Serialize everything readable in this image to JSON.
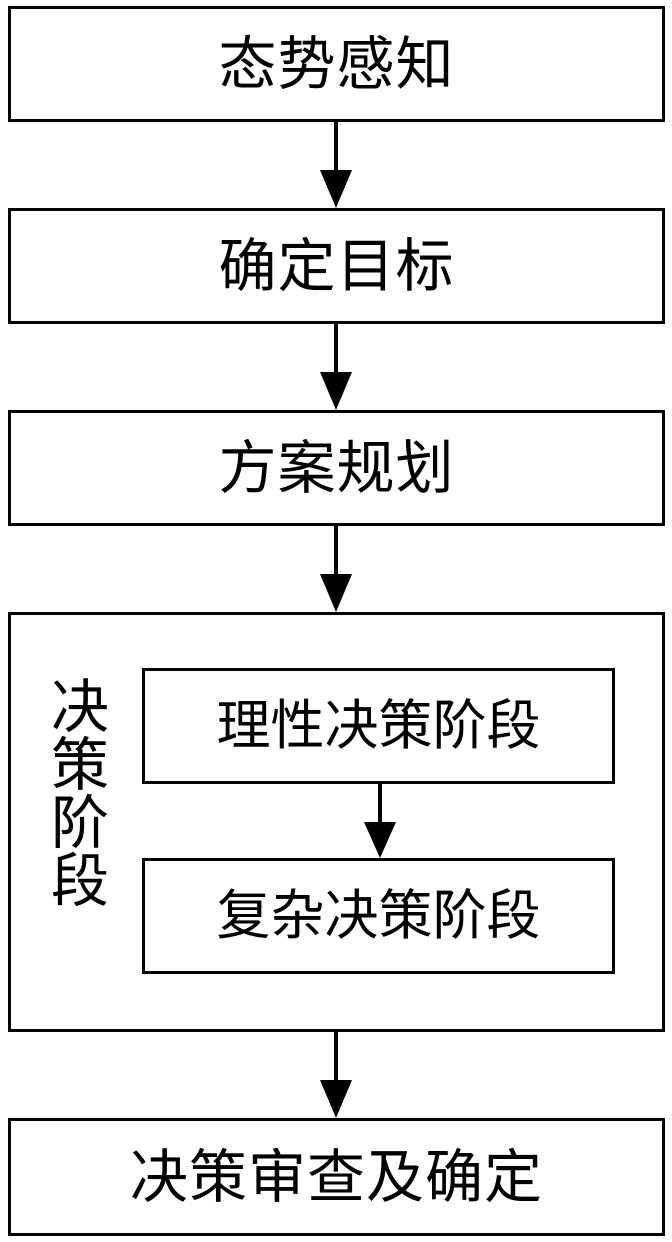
{
  "steps": {
    "situation_awareness": "态势感知",
    "determine_goal": "确定目标",
    "plan_scheme": "方案规划",
    "decision_stage": "决策阶段",
    "rational_decision": "理性决策阶段",
    "complex_decision": "复杂决策阶段",
    "review_confirm": "决策审查及确定"
  }
}
